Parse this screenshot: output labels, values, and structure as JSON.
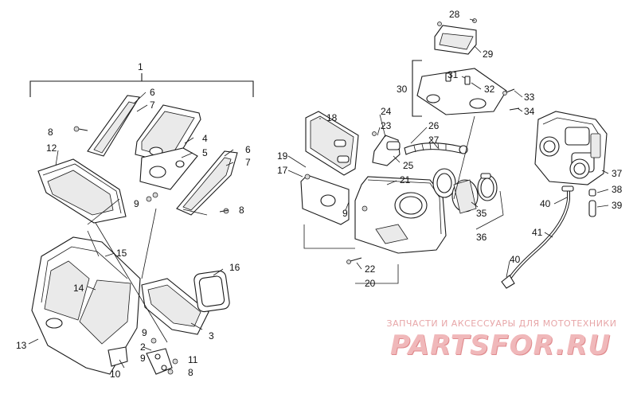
{
  "watermark": {
    "caption": "ЗАПЧАСТИ И АКСЕССУАРЫ ДЛЯ МОТОТЕХНИКИ",
    "logo": "PARTSFOR.RU",
    "color": "#f0b8ba"
  },
  "callouts": {
    "c1": "1",
    "c2": "2",
    "c3": "3",
    "c4": "4",
    "c5": "5",
    "c6a": "6",
    "c6b": "6",
    "c7a": "7",
    "c7b": "7",
    "c8a": "8",
    "c8b": "8",
    "c8c": "8",
    "c9a": "9",
    "c9b": "9",
    "c9c": "9",
    "c10": "10",
    "c11": "11",
    "c12": "12",
    "c13": "13",
    "c14": "14",
    "c15": "15",
    "c16": "16",
    "c17": "17",
    "c18": "18",
    "c19": "19",
    "c20": "20",
    "c21": "21",
    "c22": "22",
    "c23": "23",
    "c24": "24",
    "c25": "25",
    "c26": "26",
    "c27": "27",
    "c28": "28",
    "c29": "29",
    "c30": "30",
    "c31": "31",
    "c32": "32",
    "c33": "33",
    "c34": "34",
    "c35": "35",
    "c36": "36",
    "c37": "37",
    "c38": "38",
    "c39": "39",
    "c40a": "40",
    "c40b": "40",
    "c41": "41"
  }
}
